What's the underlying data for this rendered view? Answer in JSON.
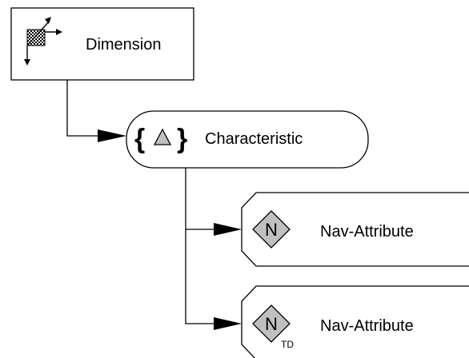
{
  "nodes": {
    "dimension": {
      "label": "Dimension",
      "icon": "dimension-axes-icon"
    },
    "characteristic": {
      "label": "Characteristic",
      "icon": "characteristic-braces-triangle-icon"
    },
    "nav_attribute_1": {
      "label": "Nav-Attribute",
      "icon_letter": "N",
      "icon": "nav-attribute-diamond-icon"
    },
    "nav_attribute_2": {
      "label": "Nav-Attribute",
      "icon_letter": "N",
      "icon_subscript": "TD",
      "icon": "nav-attribute-td-diamond-icon"
    }
  },
  "edges": [
    {
      "from": "dimension",
      "to": "characteristic"
    },
    {
      "from": "characteristic",
      "to": "nav_attribute_1"
    },
    {
      "from": "characteristic",
      "to": "nav_attribute_2"
    }
  ],
  "colors": {
    "stroke": "#000000",
    "icon_fill": "#c0c0c0",
    "background": "#ffffff"
  }
}
